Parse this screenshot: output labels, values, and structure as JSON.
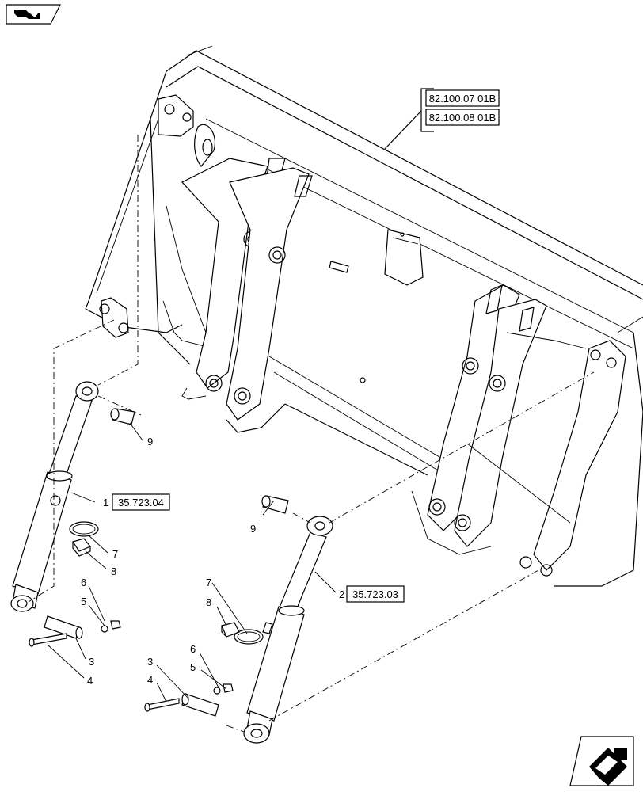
{
  "references": {
    "upper_1": "82.100.07 01B",
    "upper_2": "82.100.08 01B",
    "cyl_left": "35.723.04",
    "cyl_right": "35.723.03"
  },
  "callouts": {
    "n1": "1",
    "n2": "2",
    "left": {
      "n3": "3",
      "n4": "4",
      "n5": "5",
      "n6": "6",
      "n7": "7",
      "n8": "8",
      "n9": "9"
    },
    "right": {
      "n3": "3",
      "n4": "4",
      "n5": "5",
      "n6": "6",
      "n7": "7",
      "n8": "8",
      "n9": "9"
    }
  },
  "icons": {
    "top_left": "previous-page-icon",
    "bottom_right": "next-page-icon"
  }
}
